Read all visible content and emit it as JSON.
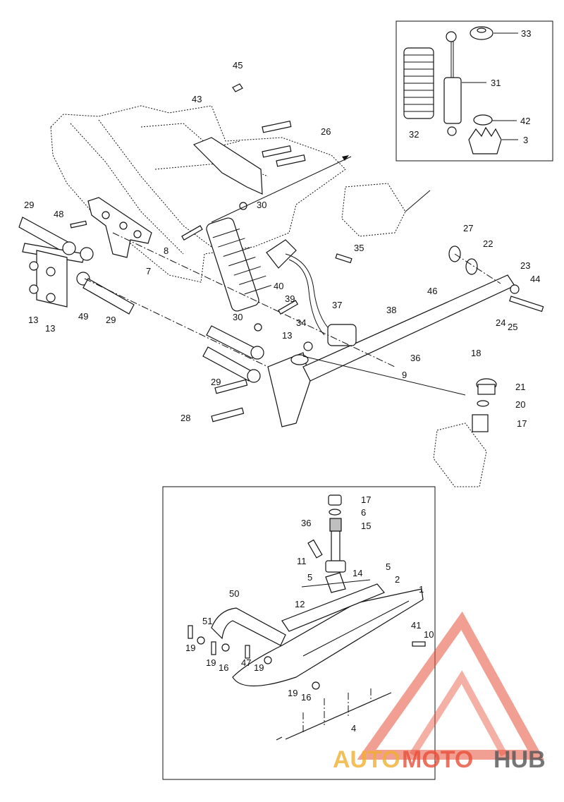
{
  "diagram": {
    "callouts": {
      "c3": "3",
      "c33": "33",
      "c31": "31",
      "c32": "32",
      "c42": "42",
      "c45": "45",
      "c43": "43",
      "c26": "26",
      "c29a": "29",
      "c48": "48",
      "c30a": "30",
      "c8": "8",
      "c7": "7",
      "c13a": "13",
      "c13b": "13",
      "c49": "49",
      "c29b": "29",
      "c35": "35",
      "c27": "27",
      "c22": "22",
      "c23": "23",
      "c44": "44",
      "c46": "46",
      "c40": "40",
      "c39": "39",
      "c37": "37",
      "c38": "38",
      "c30b": "30",
      "c34": "34",
      "c13c": "13",
      "c24": "24",
      "c25": "25",
      "c18": "18",
      "c36a": "36",
      "c9": "9",
      "c29c": "29",
      "c28": "28",
      "c21": "21",
      "c20": "20",
      "c17a": "17",
      "c17b": "17",
      "c6": "6",
      "c36b": "36",
      "c15": "15",
      "c11": "11",
      "c5a": "5",
      "c5b": "5",
      "c14": "14",
      "c2": "2",
      "c1": "1",
      "c50": "50",
      "c12": "12",
      "c51": "51",
      "c41": "41",
      "c10": "10",
      "c19a": "19",
      "c19b": "19",
      "c16a": "16",
      "c47": "47",
      "c19c": "19",
      "c19d": "19",
      "c16b": "16",
      "c4": "4"
    }
  },
  "watermark": {
    "part1": "AUTO",
    "part2": "MOTO",
    "part3": "HUB",
    "color_accent": "#e8503a",
    "color_dark": "#555555"
  }
}
